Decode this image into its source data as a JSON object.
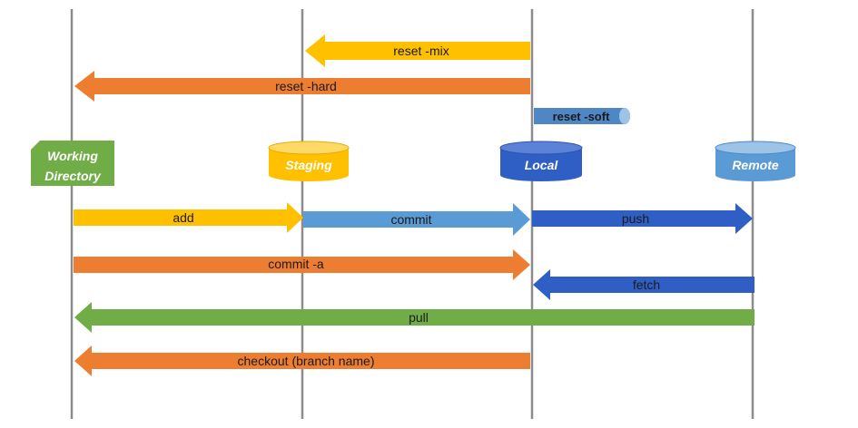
{
  "colors": {
    "yellow": "#FFC000",
    "orange": "#ED7D31",
    "light_blue": "#5B9BD5",
    "dark_blue": "#2F5FC4",
    "green": "#70AD47",
    "lane": "#8c8c8c"
  },
  "nodes": {
    "working": {
      "line1": "Working",
      "line2": "Directory"
    },
    "staging": {
      "label": "Staging"
    },
    "local": {
      "label": "Local"
    },
    "remote": {
      "label": "Remote"
    }
  },
  "arrows": {
    "reset_mix": "reset -mix",
    "reset_hard": "reset -hard",
    "reset_soft": "reset -soft",
    "add": "add",
    "commit": "commit",
    "push": "push",
    "commit_a": "commit -a",
    "fetch": "fetch",
    "pull": "pull",
    "checkout": "checkout (branch name)"
  }
}
